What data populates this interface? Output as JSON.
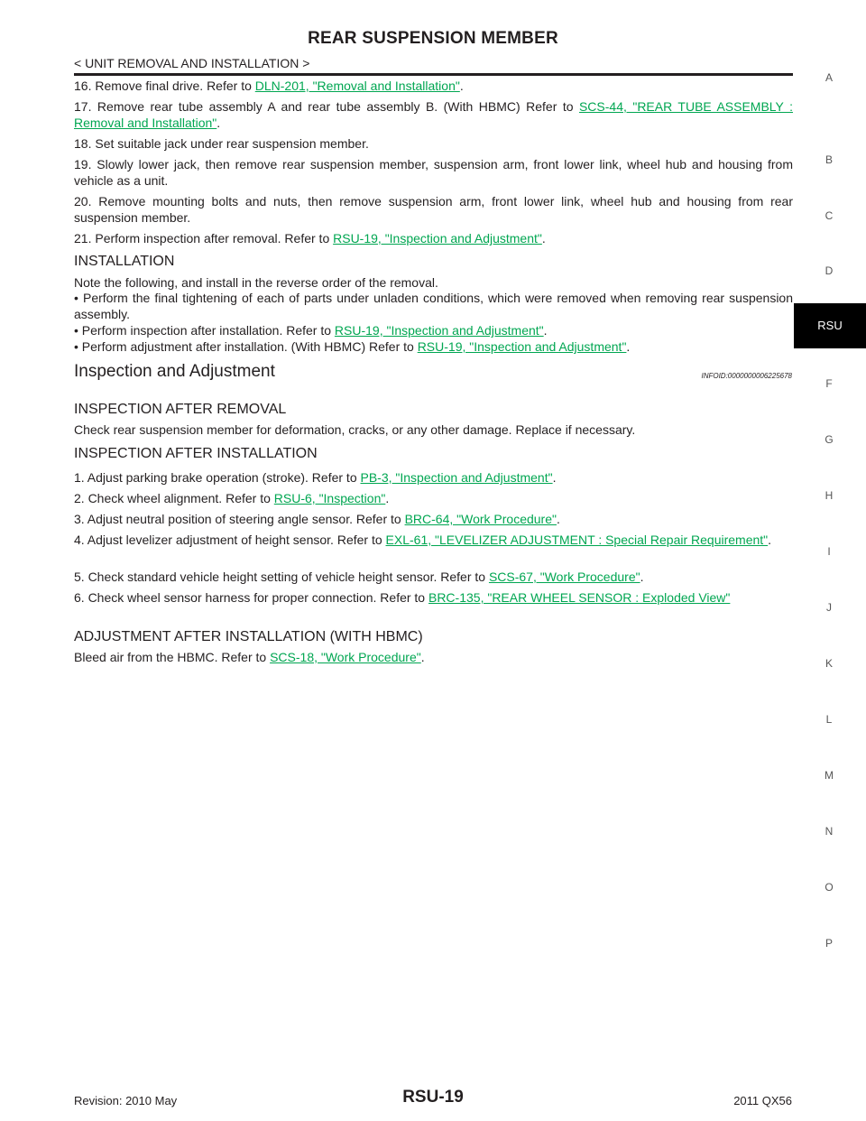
{
  "header": {
    "title": "REAR SUSPENSION MEMBER",
    "breadcrumb": "< UNIT REMOVAL AND INSTALLATION >"
  },
  "removal_steps": [
    {
      "pre": "16.  Remove final drive. Refer to ",
      "link": "DLN-201, \"Removal and Installation\"",
      "post": "."
    },
    {
      "pre": "17.  Remove rear tube assembly A and rear tube assembly B. (With HBMC) Refer to ",
      "link": "SCS-44, \"REAR TUBE ASSEMBLY : Removal and Installation\"",
      "post": "."
    },
    {
      "text": "18.  Set suitable jack under rear suspension member."
    },
    {
      "text": "19.  Slowly lower jack, then remove rear suspension member, suspension arm, front lower link, wheel hub and housing from vehicle as a unit."
    },
    {
      "text": "20.  Remove mounting bolts and nuts, then remove suspension arm, front lower link, wheel hub and housing from rear suspension member."
    },
    {
      "pre": "21.  Perform inspection after removal. Refer to ",
      "link": "RSU-19, \"Inspection and Adjustment\"",
      "post": "."
    }
  ],
  "installation": {
    "heading": "INSTALLATION",
    "note": "Note the following, and install in the reverse order of the removal.",
    "bullets": [
      {
        "text": "•  Perform the final tightening of each of parts under unladen conditions, which were removed when removing rear suspension assembly."
      },
      {
        "pre": "•  Perform inspection after installation. Refer to ",
        "link": "RSU-19, \"Inspection and Adjustment\"",
        "post": "."
      },
      {
        "pre": "•  Perform adjustment after installation. (With HBMC) Refer to ",
        "link": "RSU-19, \"Inspection and Adjustment\"",
        "post": "."
      }
    ]
  },
  "inspection": {
    "heading": "Inspection and Adjustment",
    "infoid": "INFOID:0000000006225678",
    "after_removal_heading": "INSPECTION AFTER REMOVAL",
    "after_removal_text": "Check rear suspension member for deformation, cracks, or any other damage. Replace if necessary.",
    "after_install_heading": "INSPECTION AFTER INSTALLATION",
    "after_install_steps": [
      {
        "pre": "1.  Adjust parking brake operation (stroke). Refer to ",
        "link": "PB-3, \"Inspection and Adjustment\"",
        "post": "."
      },
      {
        "pre": "2.  Check wheel alignment. Refer to ",
        "link": "RSU-6, \"Inspection\"",
        "post": "."
      },
      {
        "pre": "3.  Adjust neutral position of steering angle sensor. Refer to ",
        "link": "BRC-64, \"Work Procedure\"",
        "post": "."
      },
      {
        "pre": "4.  Adjust levelizer adjustment of height sensor. Refer to ",
        "link": "EXL-61, \"LEVELIZER ADJUSTMENT : Special Repair Requirement\"",
        "post": "."
      },
      {
        "pre": "5.  Check  standard vehicle height setting of vehicle height sensor. Refer to ",
        "link": "SCS-67, \"Work Procedure\"",
        "post": "."
      },
      {
        "pre": "6.  Check wheel sensor harness for proper connection. Refer to ",
        "link": "BRC-135, \"REAR WHEEL SENSOR : Exploded View\"",
        "post": ""
      }
    ],
    "adjustment_heading": "ADJUSTMENT AFTER INSTALLATION (WITH HBMC)",
    "adjustment": {
      "pre": "Bleed air from the HBMC. Refer to ",
      "link": "SCS-18, \"Work Procedure\"",
      "post": "."
    }
  },
  "side_tabs": [
    "A",
    "B",
    "C",
    "D",
    "RSU",
    "F",
    "G",
    "H",
    "I",
    "J",
    "K",
    "L",
    "M",
    "N",
    "O",
    "P"
  ],
  "active_tab": "RSU",
  "footer": {
    "revision": "Revision: 2010 May",
    "page": "RSU-19",
    "model": "2011 QX56"
  }
}
